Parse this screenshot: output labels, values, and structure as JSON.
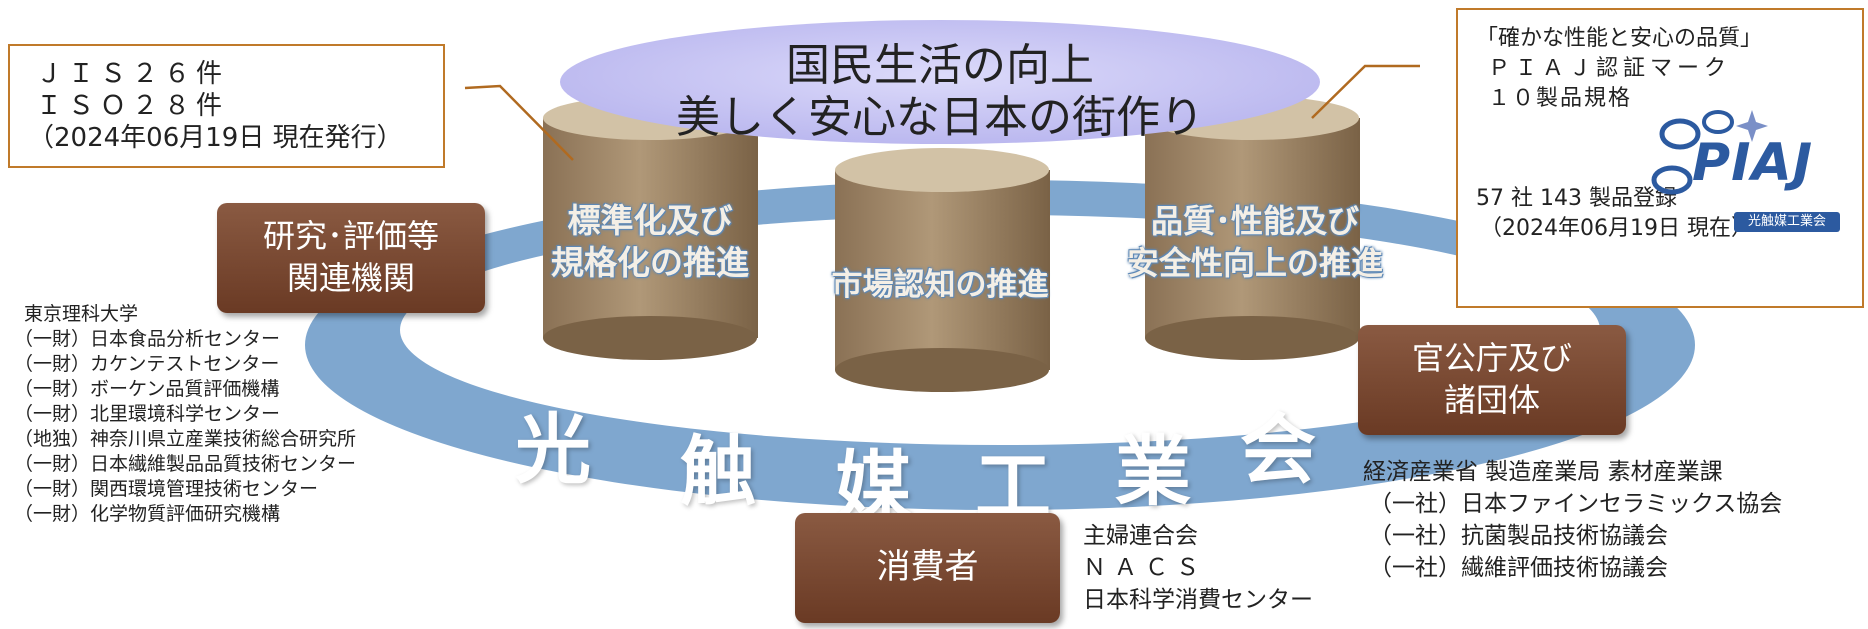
{
  "title": {
    "line1": "国民生活の向上",
    "line2": "美しく安心な日本の街作り"
  },
  "pillars": [
    {
      "line1": "標準化及び",
      "line2": "規格化の推進"
    },
    {
      "line1": "市場認知の推進",
      "line2": ""
    },
    {
      "line1": "品質･性能及び",
      "line2": "安全性向上の推進"
    }
  ],
  "ring_chars": [
    "光",
    "触",
    "媒",
    "工",
    "業",
    "会"
  ],
  "standards_box": {
    "line1": "ＪＩＳ２６件",
    "line2": "ＩＳＯ２８件",
    "line3": "（2024年06月19日 現在発行）"
  },
  "piaj_box": {
    "line1": "「確かな性能と安心の品質」",
    "line2": "ＰＩＡＪ認証マーク",
    "line3": "１０製品規格",
    "line4": "57 社 143 製品登録",
    "line5": "（2024年06月19日 現在）",
    "logo_text": "PIAJ",
    "logo_sub": "光触媒工業会"
  },
  "research": {
    "label1": "研究･評価等",
    "label2": "関連機関",
    "items": [
      "東京理科大学",
      "（一財）日本食品分析センター",
      "（一財）カケンテストセンター",
      "（一財）ボーケン品質評価機構",
      "（一財）北里環境科学センター",
      "（地独）神奈川県立産業技術総合研究所",
      "（一財）日本繊維製品品質技術センター",
      "（一財）関西環境管理技術センター",
      "（一財）化学物質評価研究機構"
    ]
  },
  "government": {
    "label1": "官公庁及び",
    "label2": "諸団体",
    "items": [
      "経済産業省 製造産業局 素材産業課",
      "（一社）日本ファインセラミックス協会",
      "（一社）抗菌製品技術協議会",
      "（一社）繊維評価技術協議会"
    ]
  },
  "consumer": {
    "label": "消費者",
    "items": [
      "主婦連合会",
      "ＮＡＣＳ",
      "日本科学消費センター"
    ]
  },
  "colors": {
    "ring": "#7fa7cf",
    "pillar": "#a38a6b",
    "pillar_top": "#d2c2a6",
    "disk": "#c9c7f3",
    "button": "#7a4a32",
    "border": "#c07a2a",
    "logo": "#2c5aa0"
  }
}
